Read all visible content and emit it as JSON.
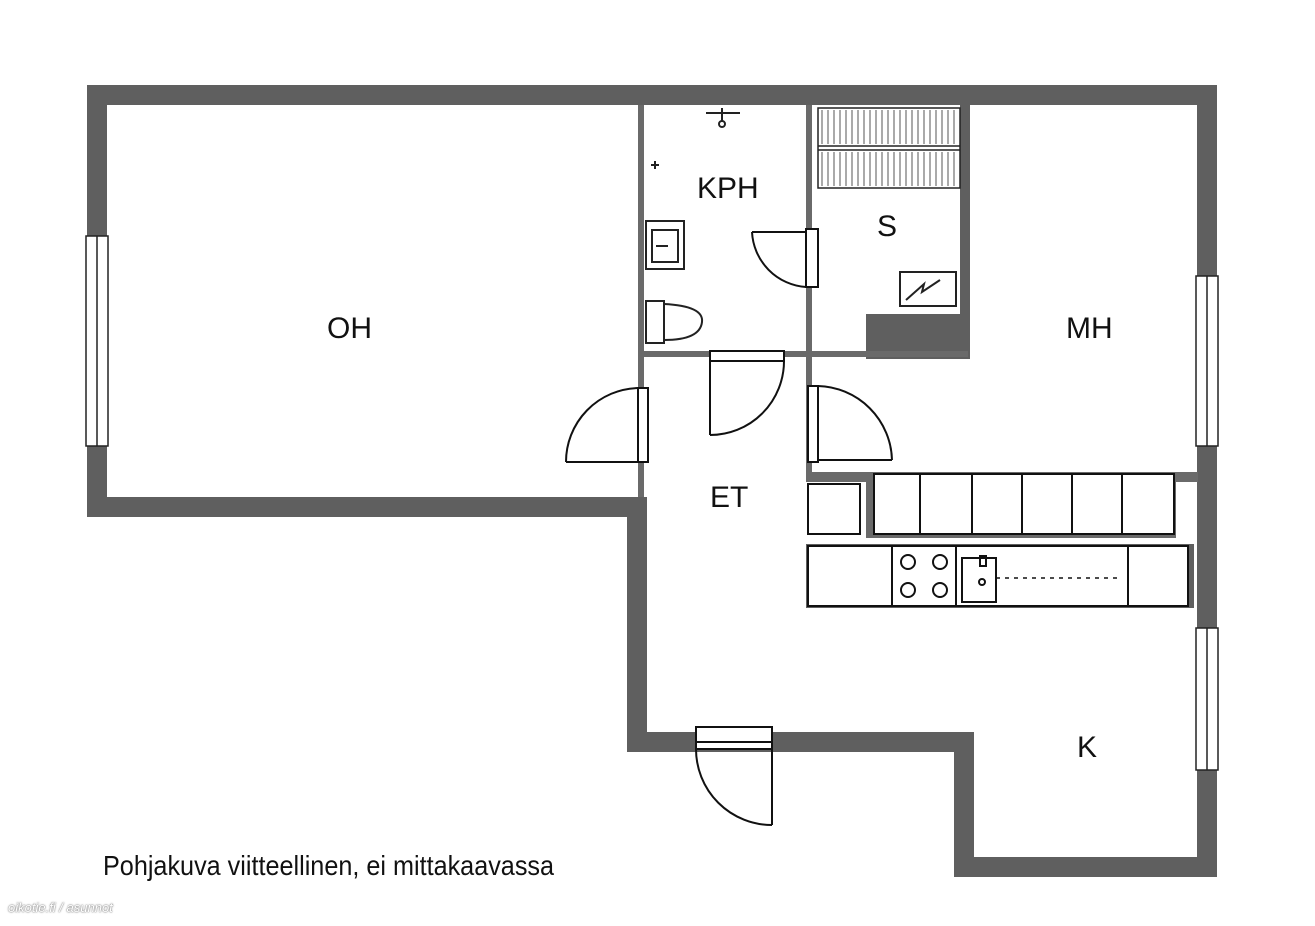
{
  "rooms": {
    "oh": "OH",
    "kph": "KPH",
    "s": "S",
    "mh": "MH",
    "et": "ET",
    "k": "K"
  },
  "caption": "Pohjakuva viitteellinen, ei mittakaavassa",
  "watermark": "oikotie.fi / asunnot",
  "colors": {
    "wall": "#5f5f5f",
    "line": "#222222",
    "background": "#ffffff"
  }
}
